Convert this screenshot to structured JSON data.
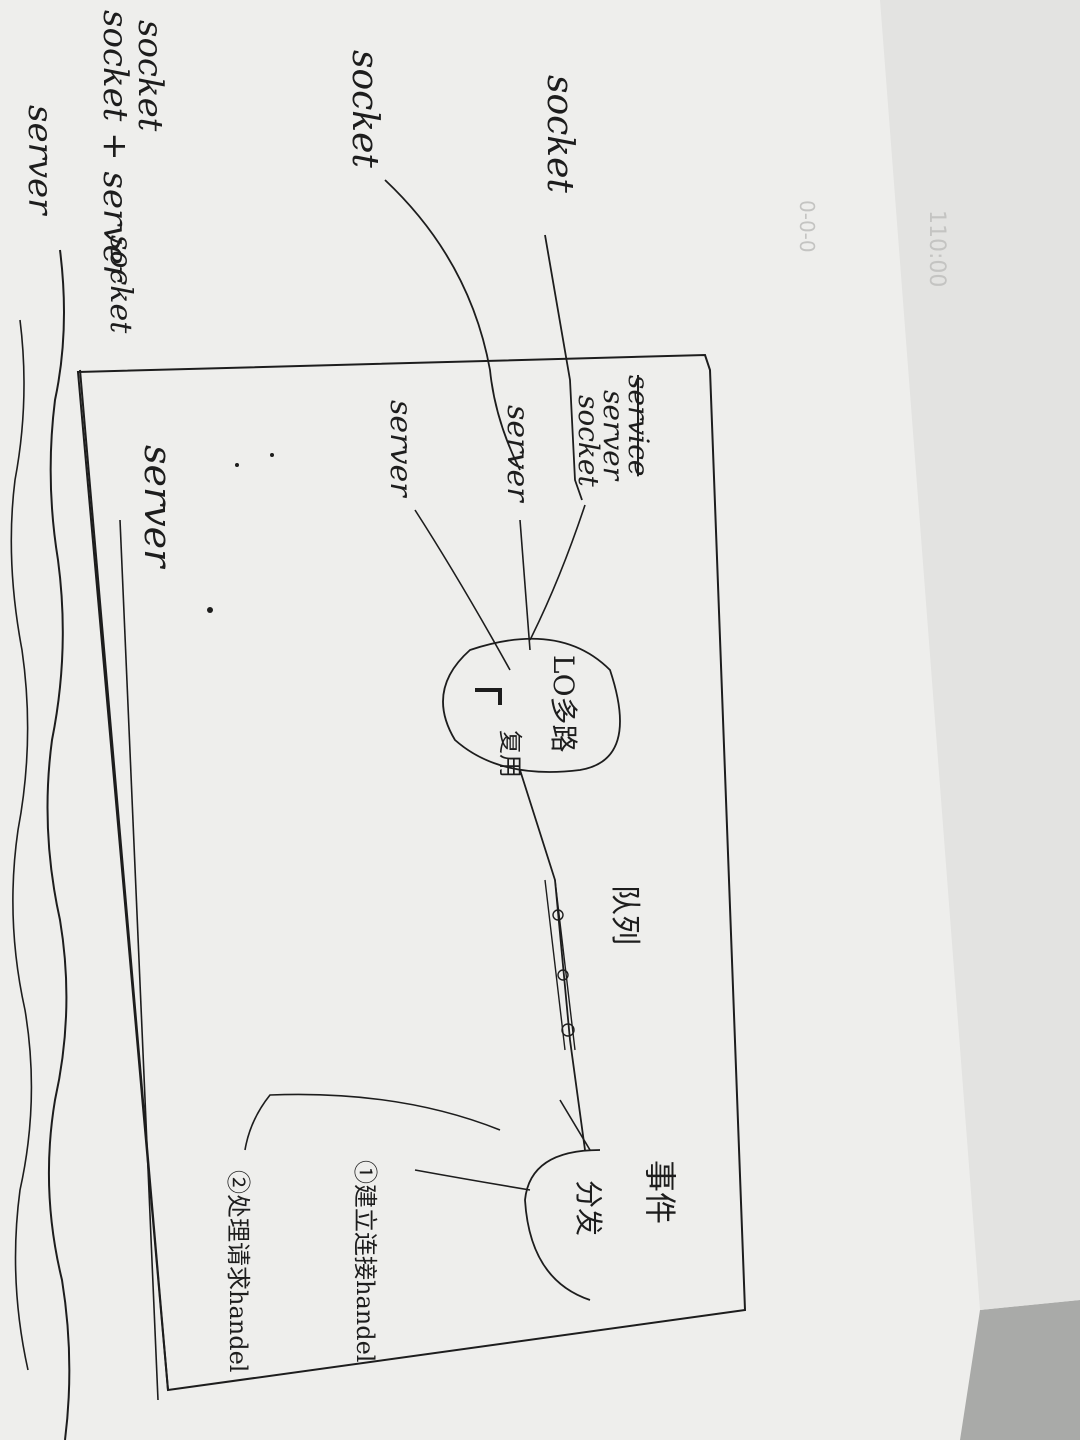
{
  "photo": {
    "paper_color": "#eeeeec",
    "shadow_color": "#a9aaa8",
    "ink_color": "#1d1d1d",
    "faint_ink_color": "#c4c4c2"
  },
  "sketch": {
    "left_margin": {
      "line1": "socket",
      "line2": "socket + server",
      "line3": "server",
      "line4": "socket"
    },
    "inputs": {
      "upper_socket": "socket",
      "lower_socket": "socket"
    },
    "frame_labels": {
      "stacked_top": "service",
      "stacked_mid": "server",
      "stacked_low": "socket",
      "middle_server": "server",
      "lower_server": "server",
      "big_server": "server"
    },
    "bubble": {
      "text": "LO多路",
      "subtext": "复用"
    },
    "queue_label": "队列",
    "processor": {
      "label": "事件",
      "sub": "分发"
    },
    "notes": {
      "handler1": "①建立连接handel",
      "handler2": "②处理请求handel"
    }
  }
}
